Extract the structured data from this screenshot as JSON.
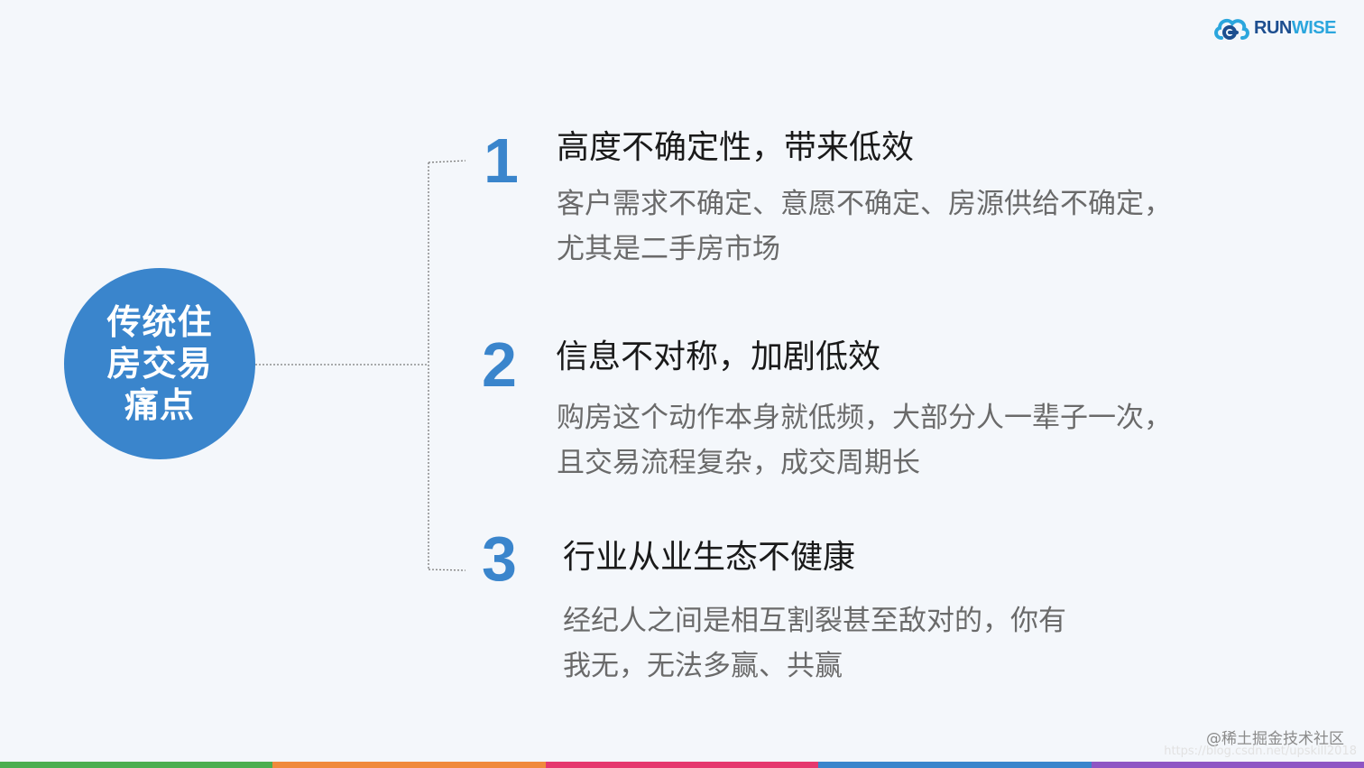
{
  "logo": {
    "run_text": "RUN",
    "wise_text": "WISE",
    "icon": "cloud-logo-icon"
  },
  "hub": {
    "line1": "传统住",
    "line2": "房交易",
    "line3": "痛点"
  },
  "points": [
    {
      "number": "1",
      "title": "高度不确定性，带来低效",
      "desc_line1": "客户需求不确定、意愿不确定、房源供给不确定，",
      "desc_line2": "尤其是二手房市场"
    },
    {
      "number": "2",
      "title": "信息不对称，加剧低效",
      "desc_line1": "购房这个动作本身就低频，大部分人一辈子一次，",
      "desc_line2": "且交易流程复杂，成交周期长"
    },
    {
      "number": "3",
      "title": "行业从业生态不健康",
      "desc_line1": "经纪人之间是相互割裂甚至敌对的，你有",
      "desc_line2": "我无，无法多赢、共赢"
    }
  ],
  "watermark": "@稀土掘金技术社区",
  "url_watermark": "https://blog.csdn.net/upskill2018",
  "colors": {
    "accent": "#3a85cc",
    "background": "#f4f7fb",
    "bar": [
      "#4cae4f",
      "#f08a3c",
      "#e5386e",
      "#3a85cc",
      "#8e56c4"
    ]
  }
}
